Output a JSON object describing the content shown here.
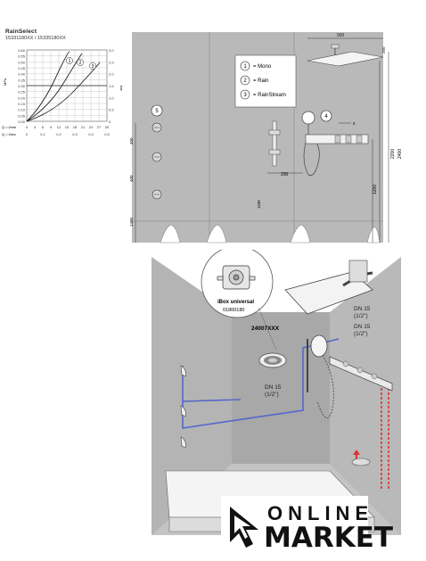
{
  "header": {
    "title": "RainSelect",
    "subtitle": "15331180XX / 15335180XX"
  },
  "chart": {
    "y_left_ticks": [
      "0.60",
      "0.55",
      "0.50",
      "0.45",
      "0.40",
      "0.35",
      "0.30",
      "0.25",
      "0.20",
      "0.15",
      "0.10",
      "0.05",
      "0.00"
    ],
    "y_right_ticks": [
      "3.0",
      "2.5",
      "2.0",
      "1.5",
      "1.0",
      "0.5",
      "0"
    ],
    "y_left_unit": "MPa",
    "y_right_unit": "bar",
    "q_row1_label": "Q = l/min",
    "q_row1_ticks": [
      "0",
      "3",
      "6",
      "9",
      "12",
      "15",
      "18",
      "21",
      "24",
      "27",
      "30"
    ],
    "q_row2_label": "Q = l/sec",
    "q_row2_ticks": [
      "0",
      "0.1",
      "0.2",
      "0.3",
      "0.4",
      "0.5"
    ],
    "curve_labels": [
      "1",
      "2",
      "3"
    ]
  },
  "elevation": {
    "dim_top": "900",
    "dim_right_small": "260",
    "dim_shelf": "x",
    "dim_rail": "200",
    "dim_rail_height": "1100",
    "dim_right_1": "2200",
    "dim_right_2": "2400",
    "dim_right_3": "1200",
    "dim_left_1": "400",
    "dim_left_2": "400",
    "dim_left_3": "1400",
    "marker_4": "4",
    "marker_5": "5"
  },
  "legend": {
    "items": [
      {
        "num": "1",
        "label": "= Mono"
      },
      {
        "num": "2",
        "label": "= Rain"
      },
      {
        "num": "3",
        "label": "= RainStream"
      }
    ]
  },
  "iso": {
    "ibox_label": "iBox universal",
    "ibox_code": "01800180",
    "shower_code": "24007XXX",
    "dn_labels": [
      "DN 15",
      "(1/2\")",
      "DN 15",
      "(1/2\")",
      "DN 15",
      "(1/2\")"
    ]
  },
  "logo": {
    "line1": "ONLINE",
    "line2": "MARKET"
  },
  "colors": {
    "wall": "#b9b9b9",
    "wall_dark": "#a8a8a8",
    "pipe_blue": "#5566cc",
    "pipe_red": "#dd3333"
  }
}
